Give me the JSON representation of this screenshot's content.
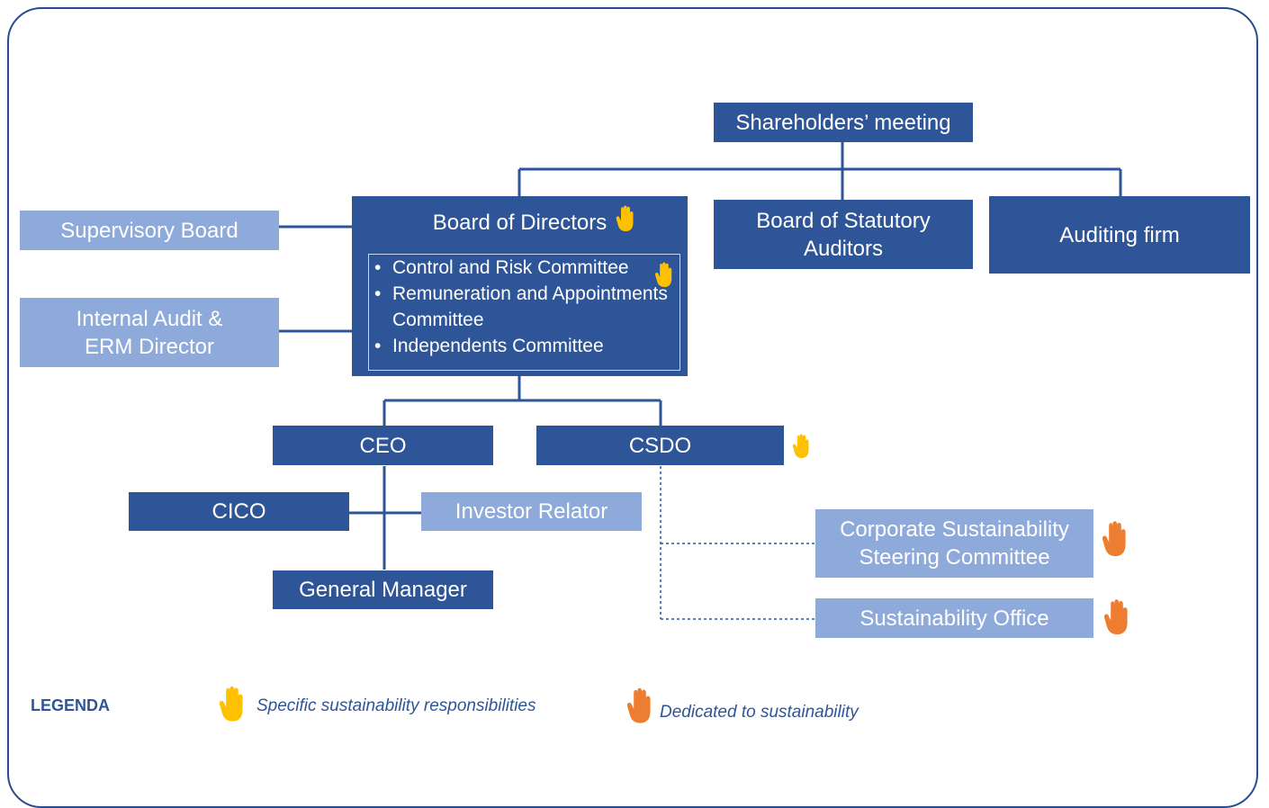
{
  "nodes": {
    "shareholders": "Shareholders’ meeting",
    "board_directors": "Board of Directors",
    "committees": [
      "Control and Risk Committee",
      "Remuneration and Appointments Committee",
      "Independents Committee"
    ],
    "statutory_auditors": "Board of Statutory Auditors",
    "auditing_firm": "Auditing firm",
    "supervisory_board": "Supervisory Board",
    "internal_audit": "Internal Audit & ERM Director",
    "ceo": "CEO",
    "csdo": "CSDO",
    "cico": "CICO",
    "investor_relator": "Investor Relator",
    "general_manager": "General Manager",
    "sustainability_committee": "Corporate Sustainability Steering Committee",
    "sustainability_office": "Sustainability Office"
  },
  "legend": {
    "title": "LEGENDA",
    "specific": "Specific sustainability responsibilities",
    "dedicated": "Dedicated to sustainability"
  },
  "colors": {
    "dark_box": "#2e5597",
    "light_box": "#8eaadb",
    "specific_hand": "#ffc000",
    "dedicated_hand": "#ed7d31"
  }
}
